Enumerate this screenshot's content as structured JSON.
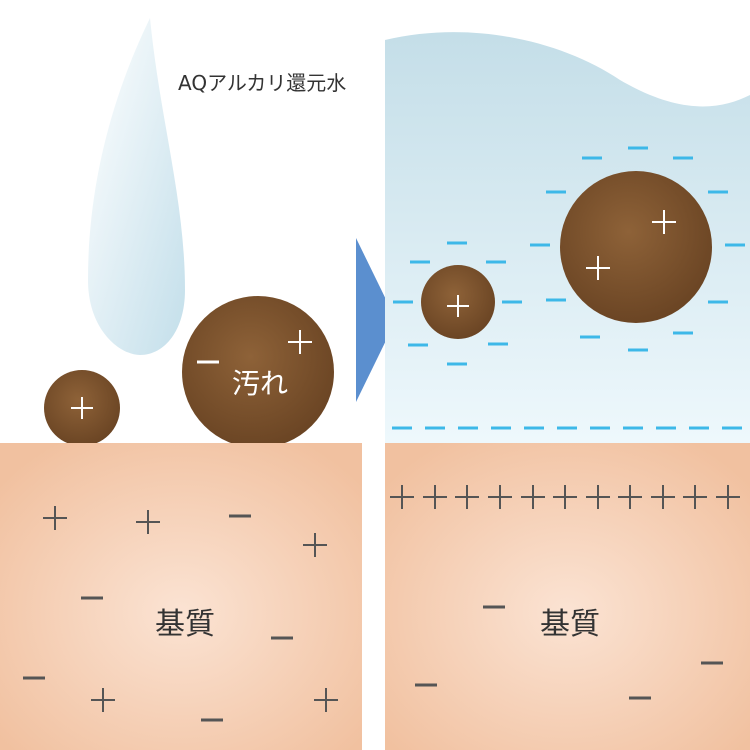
{
  "title": "AQアルカリ還元水",
  "dirt_label": "汚れ",
  "substrate_left_label": "基質",
  "substrate_right_label": "基質",
  "colors": {
    "arrow": "#5b8fcf",
    "negative_charge": "#3db8e8",
    "particle": "#7a5230",
    "substrate": "#f3c7a6",
    "water": "#cfe6ef"
  }
}
